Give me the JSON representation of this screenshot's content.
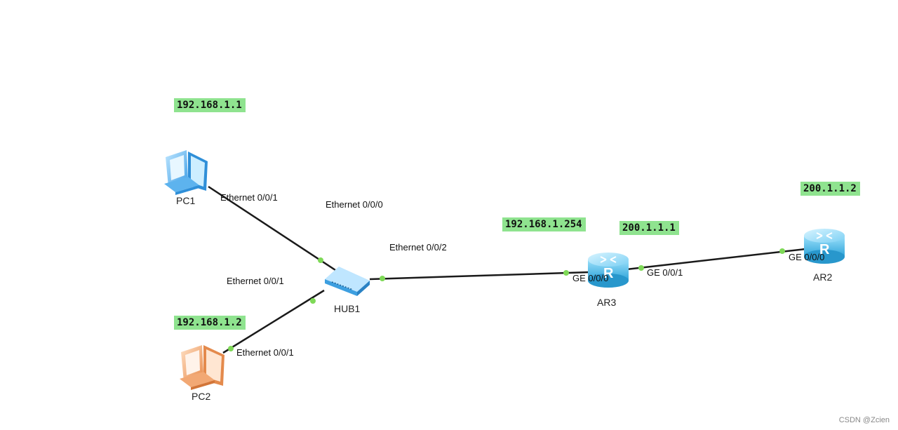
{
  "ips": {
    "pc1": "192.168.1.1",
    "pc2": "192.168.1.2",
    "ar3_lan": "192.168.1.254",
    "ar3_wan": "200.1.1.1",
    "ar2": "200.1.1.2"
  },
  "devices": {
    "pc1": "PC1",
    "pc2": "PC2",
    "hub1": "HUB1",
    "ar3": "AR3",
    "ar2": "AR2"
  },
  "ports": {
    "pc1_eth": "Ethernet 0/0/1",
    "hub_eth0": "Ethernet 0/0/0",
    "hub_eth2": "Ethernet 0/0/2",
    "hub_eth1": "Ethernet 0/0/1",
    "pc2_eth": "Ethernet 0/0/1",
    "ar3_ge0": "GE 0/0/0",
    "ar3_ge1": "GE 0/0/1",
    "ar2_ge0": "GE 0/0/0"
  },
  "icons": {
    "pc1": "pc-icon",
    "pc2": "pc-icon",
    "hub1": "hub-icon",
    "ar3": "router-icon",
    "ar2": "router-icon"
  },
  "colors": {
    "ip_tag": "#8fe38f",
    "link": "#1a1a1a",
    "port_dot": "#7ed957",
    "pc1": "#6fc3f5",
    "pc2": "#f5b27a",
    "router": "#5cc2ec"
  },
  "watermark": "CSDN @Zcien"
}
